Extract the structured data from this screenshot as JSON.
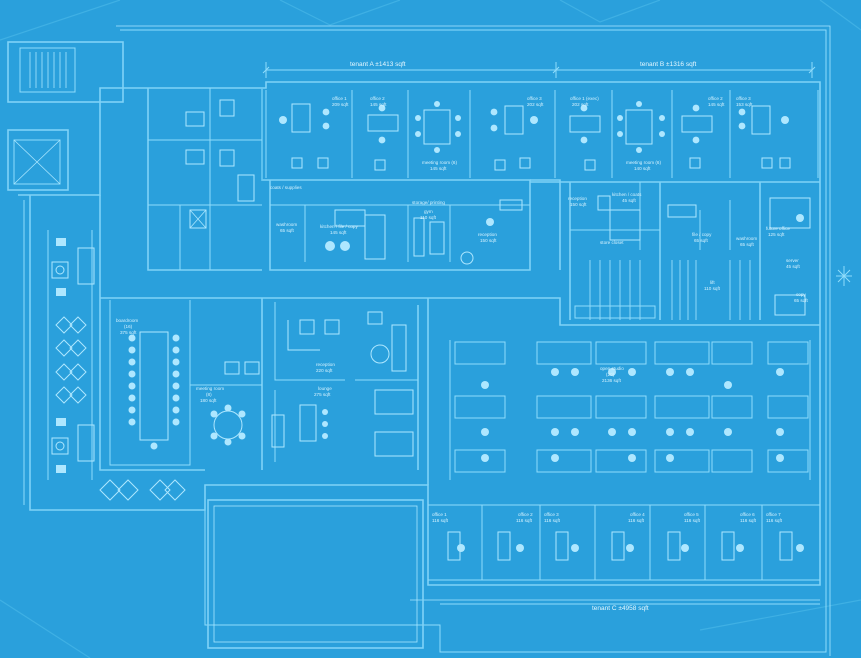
{
  "plan": {
    "tenants": [
      {
        "id": "A",
        "label": "tenant A ±1413 sqft"
      },
      {
        "id": "B",
        "label": "tenant B ±1316 sqft"
      },
      {
        "id": "C",
        "label": "tenant C ±4958 sqft"
      }
    ],
    "rooms": {
      "office1_a": "office 1",
      "office1_a_area": "209 sqft",
      "office2_a": "office 2",
      "office2_a_area": "145 sqft",
      "office3_a": "office 3",
      "office3_a_area": "202 sqft",
      "office1_b": "office 1 (exec)",
      "office1_b_area": "202 sqft",
      "office2_b": "office 2",
      "office2_b_area": "145 sqft",
      "office3_b": "office 3",
      "office3_b_area": "153 sqft",
      "meeting_a": "meeting room (6)",
      "meeting_a_area": "145 sqft",
      "meeting_b": "meeting room (6)",
      "meeting_b_area": "140 sqft",
      "coats": "coats / supplies",
      "washroom_a": "washroom",
      "washroom_a_area": "65 sqft",
      "kitchen_a": "kitchen / file / copy",
      "kitchen_a_area": "145 sqft",
      "storage": "storage/ printing",
      "gym": "gym",
      "gym_area": "110 sqft",
      "reception_a": "reception",
      "reception_a_area": "150 sqft",
      "reception_b": "reception",
      "reception_b_area": "150 sqft",
      "kitchen_b": "kitchen / coats",
      "kitchen_b_area": "45 sqft",
      "storage_closet": "store closet",
      "file_copy": "file / copy",
      "file_copy_area": "65 sqft",
      "washroom_b": "washroom",
      "washroom_b_area": "65 sqft",
      "future_office": "future office",
      "future_office_area": "125 sqft",
      "server": "server",
      "server_area": "45 sqft",
      "copy": "copy",
      "copy_area": "65 sqft",
      "lift": "lift",
      "lift_area": "110 sqft",
      "open_studio": "open studio",
      "open_studio_seats": "(20)",
      "open_studio_area": "2136 sqft",
      "boardroom": "boardroom",
      "boardroom_seats": "(16)",
      "boardroom_area": "375 sqft",
      "meeting_c": "meeting room",
      "meeting_c_seats": "(8)",
      "meeting_c_area": "180 sqft",
      "reception_c": "reception",
      "reception_c_area": "220 sqft",
      "lounge": "lounge",
      "lounge_area": "275 sqft",
      "c_office1": "office 1",
      "c_office1_area": "116 sqft",
      "c_office2": "office 2",
      "c_office2_area": "116 sqft",
      "c_office3": "office 3",
      "c_office3_area": "116 sqft",
      "c_office4": "office 4",
      "c_office4_area": "116 sqft",
      "c_office5": "office 5",
      "c_office5_area": "116 sqft",
      "c_office6": "office 6",
      "c_office6_area": "116 sqft",
      "c_office7": "office 7",
      "c_office7_area": "116 sqft"
    }
  }
}
